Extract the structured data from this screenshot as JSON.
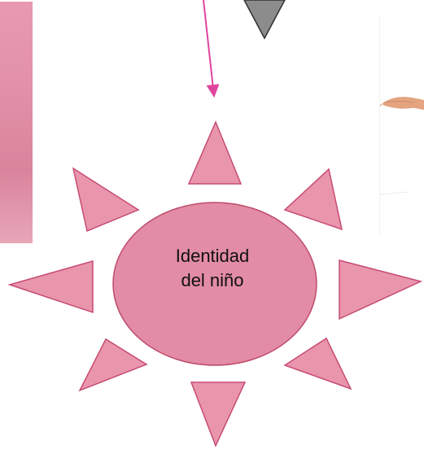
{
  "diagram": {
    "center_text": "Identidad\ndel niño",
    "colors": {
      "ray_fill": "#e996ad",
      "ray_stroke": "#c74c73",
      "center_fill": "#e28ca6",
      "center_stroke": "#bf4b6c",
      "arrow": "#e0459e",
      "top_triangle_fill": "#8c8c8c"
    },
    "decorations": {
      "left_photo": "pink-photo-edge",
      "right_photo": "hand-photo-edge"
    }
  }
}
